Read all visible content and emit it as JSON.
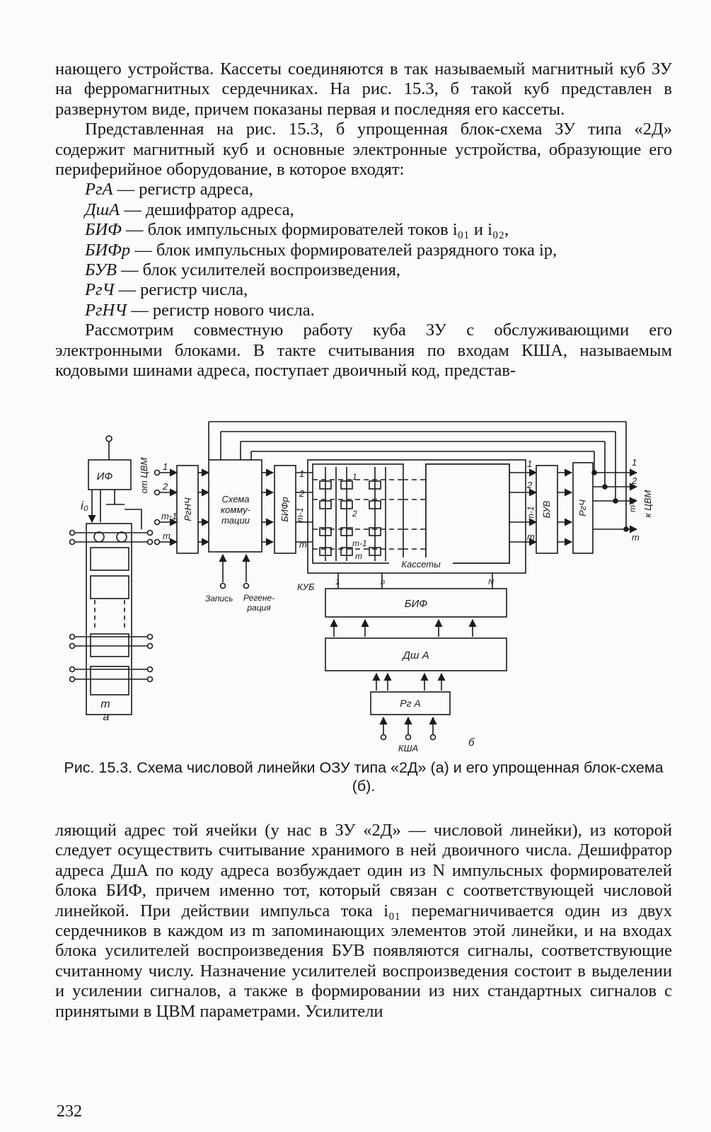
{
  "para1": "нающего устройства. Кассеты соединяются в так называемый магнитный куб ЗУ на ферромагнитных сердечниках. На рис. 15.3, б такой куб представлен в развернутом виде, причем показаны первая и последняя его кассеты.",
  "para2": "Представленная на рис. 15.3, б упрощенная блок-схема ЗУ типа «2Д» содержит магнитный куб и основные электронные устройства, образующие его периферийное оборудование, в которое входят:",
  "defs": [
    {
      "abbr": "РгА",
      "text": " — регистр адреса,"
    },
    {
      "abbr": "ДшА",
      "text": " — дешифратор адреса,"
    },
    {
      "abbr": "БИФ",
      "text": " — блок импульсных формирователей токов i₀₁ и i₀₂,"
    },
    {
      "abbr": "БИФр",
      "text": " — блок импульсных формирователей разрядного тока iр,"
    },
    {
      "abbr": "БУВ",
      "text": " — блок усилителей воспроизведения,"
    },
    {
      "abbr": "РгЧ",
      "text": " — регистр числа,"
    },
    {
      "abbr": "РгНЧ",
      "text": " — регистр нового числа."
    }
  ],
  "para3": "Рассмотрим совместную работу куба ЗУ с обслуживающими его электронными блоками. В такте считывания по входам КША, называемым кодовыми шинами адреса, поступает двоичный код, представ-",
  "figure": {
    "label_a": "а",
    "label_b": "б",
    "blocks": {
      "if": "ИФ",
      "rgnch": "РгНЧ",
      "scheme": "Схема комму- тации",
      "bifr": "БИФр",
      "buv": "БУВ",
      "rgch": "РгЧ",
      "bif": "БИФ",
      "dsha": "Дш А",
      "rga": "Рг А",
      "cassettes": "Кассеты",
      "cube": "КУБ"
    },
    "inputs": {
      "from": "от ЦВМ",
      "to": "к ЦВМ",
      "write": "Запись",
      "regen": "Регене- рация",
      "ksha": "КША"
    },
    "bits": [
      "1",
      "2",
      "m-1",
      "m"
    ],
    "i0": "i₀",
    "bif_taps": [
      "1",
      "n",
      "N"
    ]
  },
  "caption": "Рис. 15.3. Схема числовой линейки ОЗУ типа «2Д» (а) и его упрощенная блок-схема (б).",
  "para4": "ляющий адрес той ячейки (у нас в ЗУ «2Д» — числовой линейки), из которой следует осуществить считывание хранимого в ней двоичного числа. Дешифратор адреса ДшА по коду адреса возбуждает один из N импульсных формирователей блока БИФ, причем именно тот, который связан с соответствующей числовой линейкой. При действии импульса тока i₀₁ перемагничивается один из двух сердечников в каждом из m запоминающих элементов этой линейки, и на входах блока усилителей воспроизведения БУВ появляются сигналы, соответствующие считанному числу. Назначение усилителей воспроизведения состоит в выделении и усилении сигналов, а также в формировании из них стандартных сигналов с принятыми в ЦВМ параметрами. Усилители",
  "page_number": "232"
}
